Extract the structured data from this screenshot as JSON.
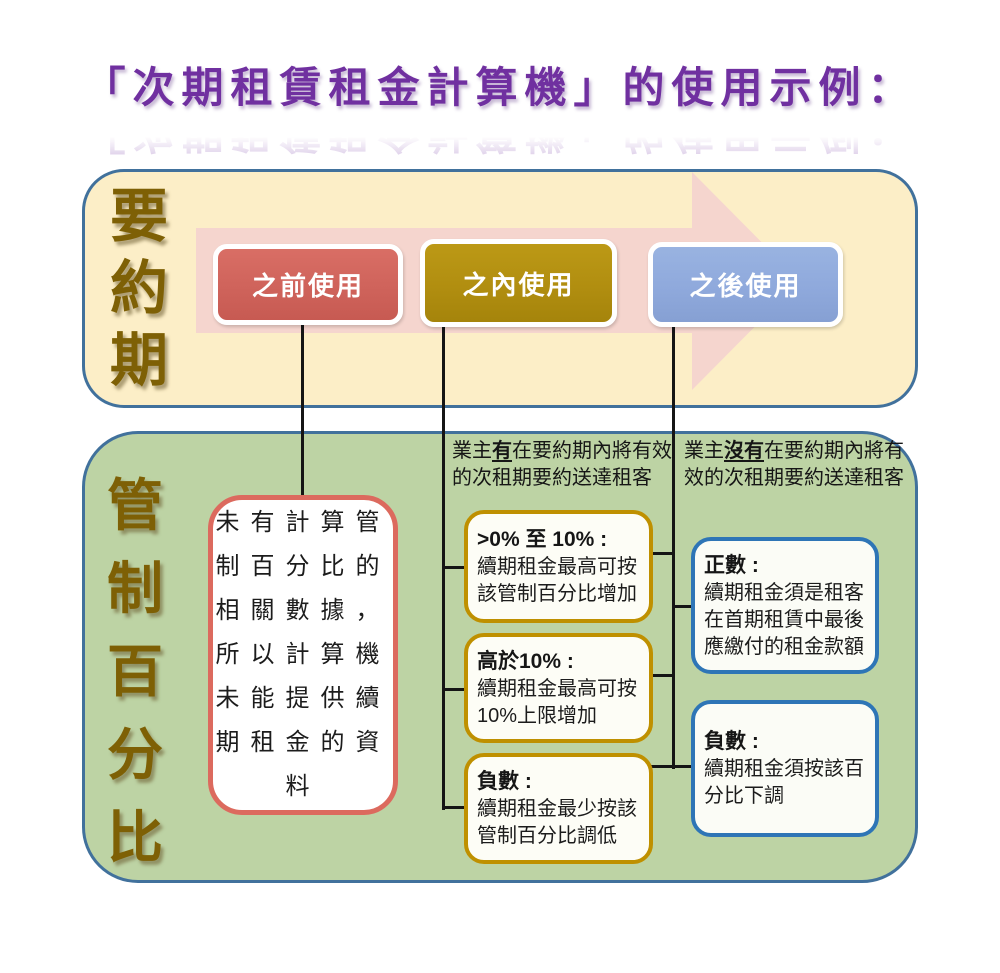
{
  "title": {
    "text": "「次期租賃租金計算機」的使用示例："
  },
  "offer_period": {
    "label": "要約期",
    "stages": [
      {
        "label": "之前使用",
        "color": "#CF635B"
      },
      {
        "label": "之內使用",
        "color": "#B18E10"
      },
      {
        "label": "之後使用",
        "color": "#8FA9DC"
      }
    ]
  },
  "control_percentage": {
    "label": "管制百分比",
    "no_data_note": "未有計算管制百分比的相關數據，所以計算機未能提供續期租金的資料",
    "served": {
      "header": {
        "prefix": "業主",
        "emphasis": "有",
        "suffix": "在要約期內將有效的次租期要約送達租客"
      },
      "outcomes": [
        {
          "title": ">0% 至 10% :",
          "body": "續期租金最高可按該管制百分比增加"
        },
        {
          "title": "高於10% :",
          "body": "續期租金最高可按10%上限增加"
        },
        {
          "title": "負數 :",
          "body": "續期租金最少按該管制百分比調低"
        }
      ]
    },
    "not_served": {
      "header": {
        "prefix": "業主",
        "emphasis": "沒有",
        "suffix": "在要約期內將有效的次租期要約送達租客"
      },
      "outcomes": [
        {
          "title": "正數 :",
          "body": "續期租金須是租客在首期租賃中最後應繳付的租金款額"
        },
        {
          "title": "負數 :",
          "body": "續期租金須按該百分比下調"
        }
      ]
    }
  },
  "colors": {
    "title_purple": "#7030A0",
    "panel_border_blue": "#41719C",
    "offer_panel_fill": "#FCEEC7",
    "control_panel_fill": "#BDD3A4",
    "arrow_pink": "#F5D5CE",
    "stage_before_red": "#CF635B",
    "stage_within_gold": "#B18E10",
    "stage_after_blue": "#8FA9DC",
    "outcome_border_gold": "#BF9000",
    "outcome_border_blue": "#2E75B6",
    "note_border_red": "#DC6A5E",
    "vertical_label_brown": "#7E6005",
    "connector_black": "#151515"
  }
}
